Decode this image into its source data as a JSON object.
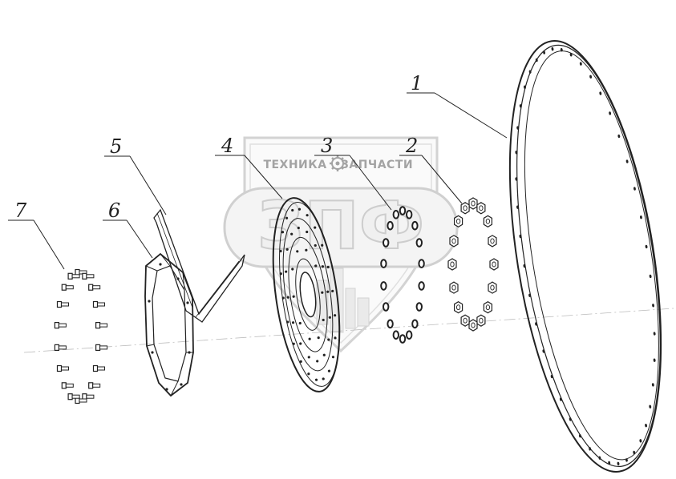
{
  "watermark": {
    "brand_left": "ТЕХНИКА",
    "brand_right": "ЗАПЧАСТИ",
    "logo_letters": "ЗПФ",
    "gear_icon": "gear-icon",
    "color": "#c8c8c8"
  },
  "callouts": [
    {
      "id": "1",
      "label": "1"
    },
    {
      "id": "2",
      "label": "2"
    },
    {
      "id": "3",
      "label": "3"
    },
    {
      "id": "4",
      "label": "4"
    },
    {
      "id": "5",
      "label": "5"
    },
    {
      "id": "6",
      "label": "6"
    },
    {
      "id": "7",
      "label": "7"
    }
  ],
  "colors": {
    "line": "#222222",
    "background": "#ffffff"
  }
}
